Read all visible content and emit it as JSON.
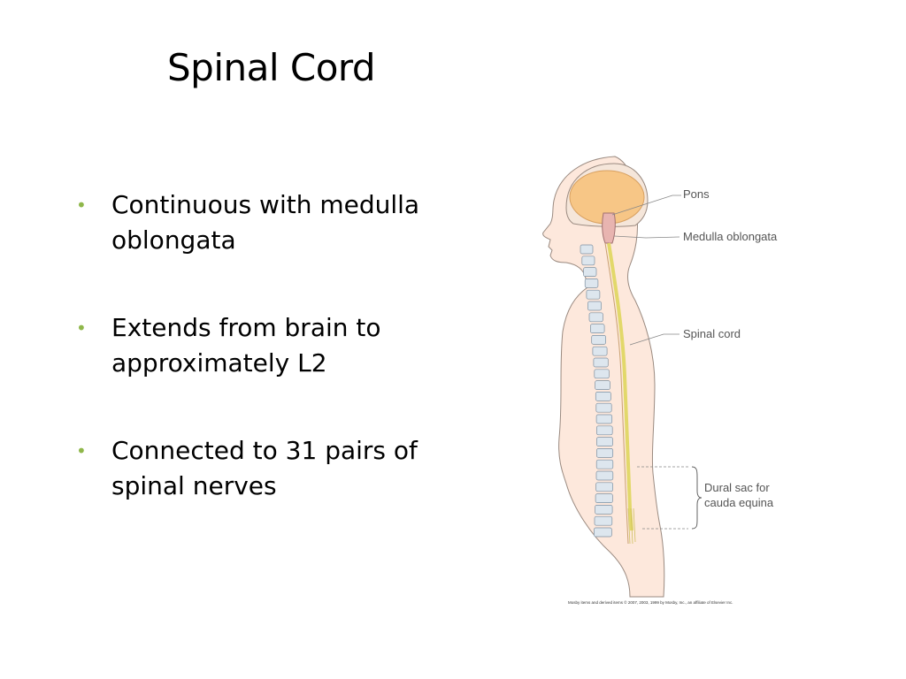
{
  "title": "Spinal Cord",
  "bullets": [
    {
      "text": "Continuous with medulla oblongata"
    },
    {
      "text": "Extends from brain to approximately L2"
    },
    {
      "text": "Connected to 31 pairs of spinal nerves"
    }
  ],
  "figure": {
    "labels": {
      "pons": "Pons",
      "medulla": "Medulla oblongata",
      "spinal_cord": "Spinal cord",
      "dural_sac_line1": "Dural sac for",
      "dural_sac_line2": "cauda equina"
    },
    "copyright": "Mosby items and derived items © 2007, 2003, 1999 by Mosby, Inc., an affiliate of Elsevier Inc."
  },
  "colors": {
    "bullet": "#8fb74a",
    "skin": "#fde8dc",
    "brain": "#f7c686",
    "cord": "#e2d86a",
    "vertebra": "#dde6ee",
    "outline": "#9a8a80"
  }
}
